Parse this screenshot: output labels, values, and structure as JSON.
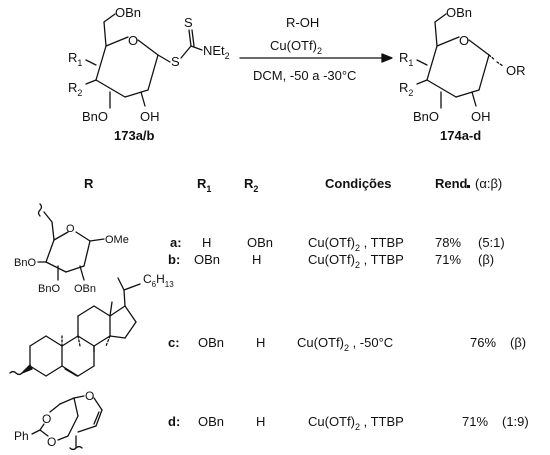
{
  "scheme": {
    "reactant": {
      "bn_top": "OBn",
      "r1": "R",
      "r1_sub": "1",
      "r2": "R",
      "r2_sub": "2",
      "bno": "BnO",
      "oh": "OH",
      "ring_o": "O",
      "s1": "S",
      "s_thio": "S",
      "net2": "NEt",
      "net2_sub": "2",
      "label": "173a/b"
    },
    "conditions": {
      "line1": "R-OH",
      "line2": "Cu(OTf)",
      "line2_sub": "2",
      "line3": "DCM, -50 a -30°C"
    },
    "product": {
      "bn_top": "OBn",
      "r1": "R",
      "r1_sub": "1",
      "r2": "R",
      "r2_sub": "2",
      "bno": "BnO",
      "oh": "OH",
      "ring_o": "O",
      "or": "OR",
      "label": "174a-d"
    }
  },
  "table": {
    "headers": {
      "r": "R",
      "r1": "R",
      "r1_sub": "1",
      "r2": "R",
      "r2_sub": "2",
      "cond": "Condições",
      "rend": "Rend",
      "ratio": "(α:β)"
    },
    "rows": [
      {
        "key": "a:",
        "r1": "H",
        "r2": "OBn",
        "cond": "Cu(OTf)",
        "cond_sub": "2",
        "cond_rest": " , TTBP",
        "yield": "78%",
        "sel": "(5:1)"
      },
      {
        "key": "b:",
        "r1": "OBn",
        "r2": "H",
        "cond": "Cu(OTf)",
        "cond_sub": "2",
        "cond_rest": " , TTBP",
        "yield": "71%",
        "sel": "(β)"
      },
      {
        "key": "c:",
        "r1": "OBn",
        "r2": "H",
        "cond": "Cu(OTf)",
        "cond_sub": "2",
        "cond_rest": " , -50°C",
        "yield": "76%",
        "sel": "(β)"
      },
      {
        "key": "d:",
        "r1": "OBn",
        "r2": "H",
        "cond": "Cu(OTf)",
        "cond_sub": "2",
        "cond_rest": " , TTBP",
        "yield": "71%",
        "sel": "(1:9)"
      }
    ],
    "structs": {
      "a_bno": "BnO",
      "a_bno2": "BnO",
      "a_obn": "OBn",
      "a_ome": "OMe",
      "a_o": "O",
      "c_sub": "C",
      "c_sub_n": "6",
      "c_sub_h": "H",
      "c_sub_hn": "13",
      "d_ph": "Ph",
      "d_o1": "O",
      "d_o2": "O",
      "d_o3": "O"
    }
  }
}
